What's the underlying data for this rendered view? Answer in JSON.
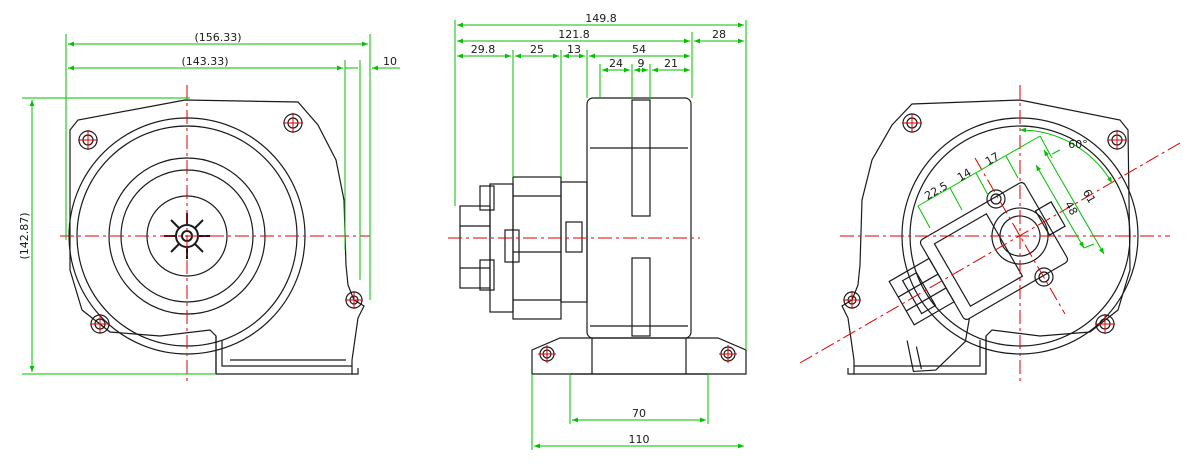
{
  "colors": {
    "outline": "#1a1a1a",
    "dimension": "#00c000",
    "centerline": "#e00000",
    "background": "#ffffff"
  },
  "views": {
    "front": {
      "dims": {
        "overall_width_ref": "(156.33)",
        "width_ref": "(143.33)",
        "side_offset": "10",
        "height_ref": "(142.87)"
      }
    },
    "side": {
      "dims": {
        "total_length": "149.8",
        "length_a": "121.8",
        "length_b": "28",
        "seg_1": "29.8",
        "seg_2": "25",
        "seg_3": "13",
        "seg_4": "54",
        "seg_5": "24",
        "seg_6": "9",
        "seg_7": "21",
        "base_inner": "70",
        "base_outer": "110"
      }
    },
    "rear": {
      "dims": {
        "d_22_5": "22.5",
        "d_14": "14",
        "d_17": "17",
        "d_61": "61",
        "d_48": "48",
        "angle": "60°"
      }
    }
  }
}
